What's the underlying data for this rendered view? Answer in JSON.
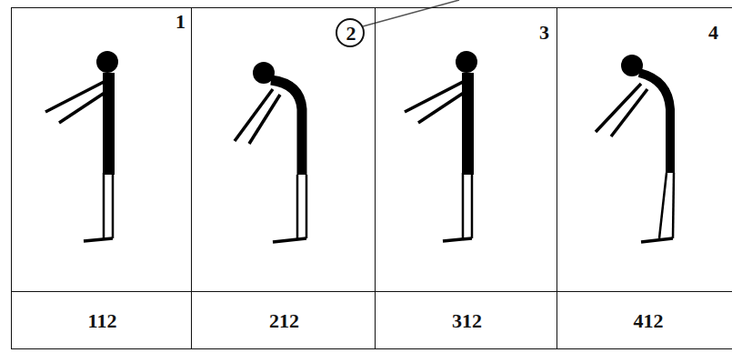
{
  "diagram": {
    "nodes": [
      {
        "text": [
          "1"
        ]
      },
      {
        "text": [
          "2"
        ]
      },
      {
        "text": [
          "3"
        ]
      },
      {
        "text": [
          "4"
        ]
      },
      {
        "text": [
          "112"
        ]
      },
      {
        "text": [
          "212"
        ]
      },
      {
        "text": [
          "312"
        ]
      },
      {
        "text": [
          "412"
        ]
      }
    ]
  }
}
